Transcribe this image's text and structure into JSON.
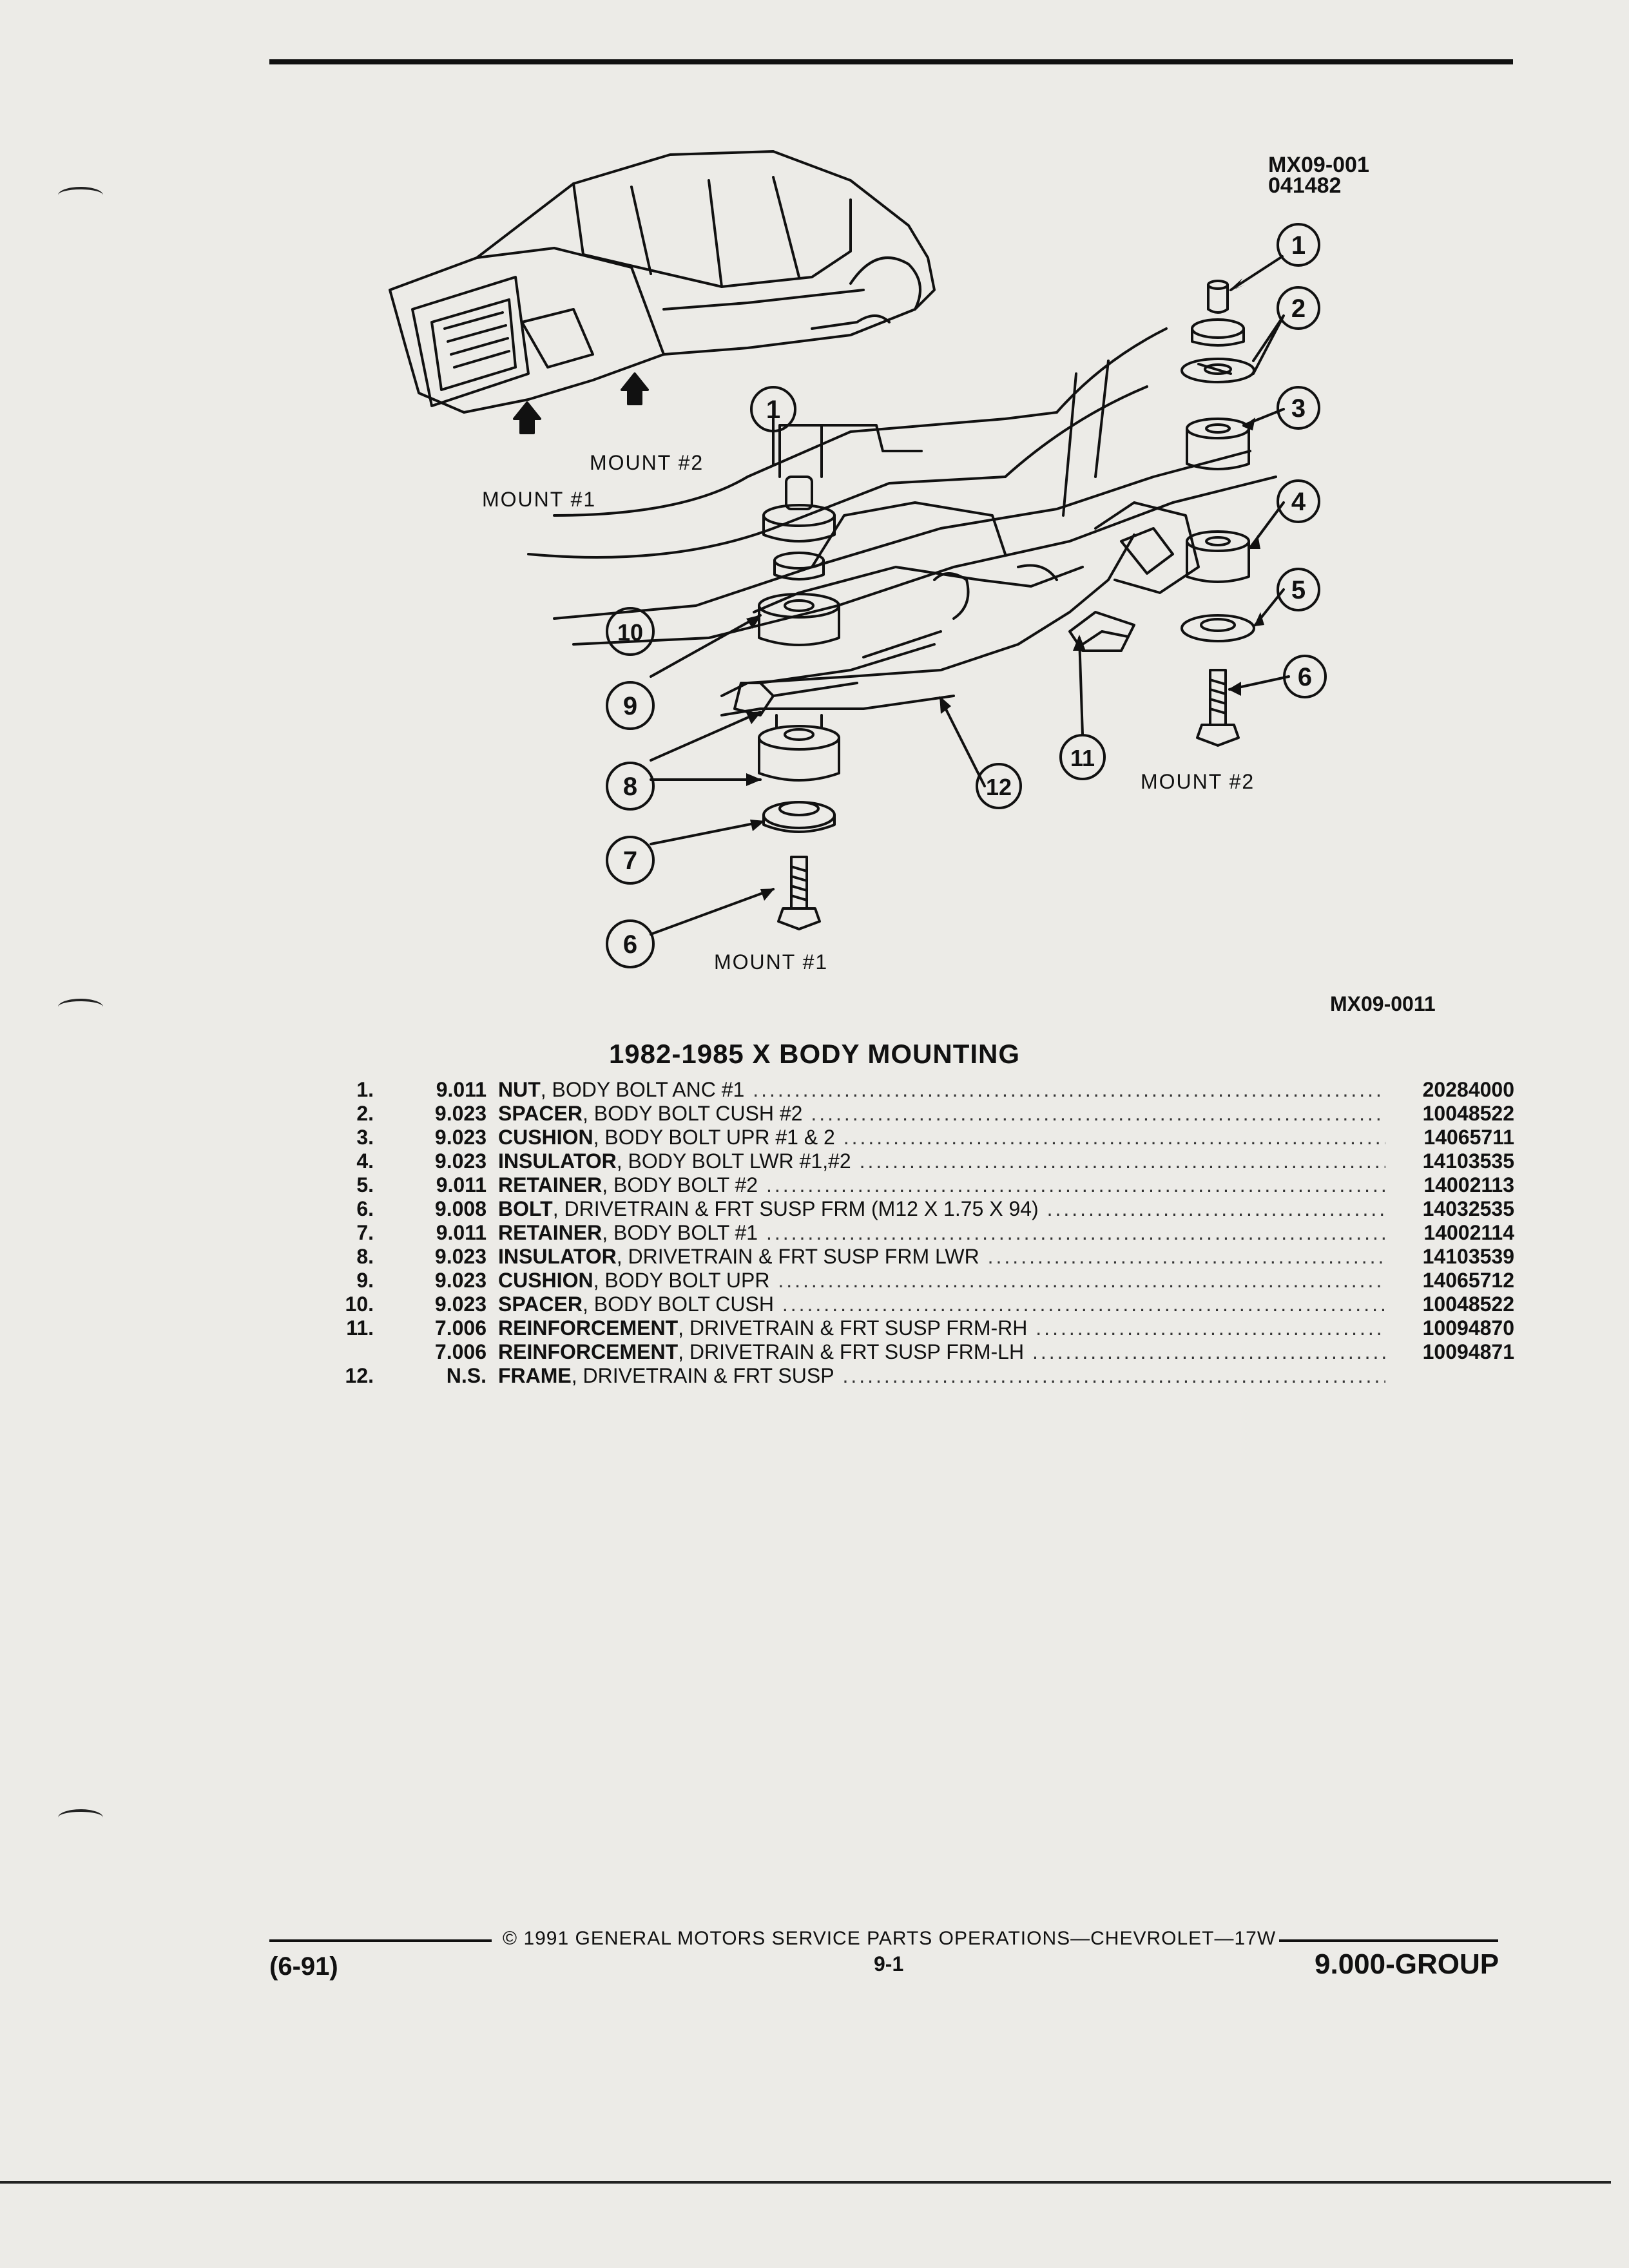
{
  "header": {
    "illustration_code": "MX09-001",
    "illustration_date": "041482",
    "illustration_code_bottom": "MX09-0011"
  },
  "diagram": {
    "callouts": [
      "1",
      "2",
      "3",
      "4",
      "5",
      "6",
      "7",
      "8",
      "9",
      "10",
      "11",
      "12"
    ],
    "mount_labels": {
      "top_mount2": "MOUNT  #2",
      "top_mount1": "MOUNT  #1",
      "right_mount2": "MOUNT  #2",
      "bottom_mount1": "MOUNT  #1"
    }
  },
  "title": "1982-1985 X BODY MOUNTING",
  "parts": [
    {
      "item": "1.",
      "group": "9.011",
      "name": "NUT",
      "desc": ", BODY BOLT ANC #1",
      "part_no": "20284000"
    },
    {
      "item": "2.",
      "group": "9.023",
      "name": "SPACER",
      "desc": ", BODY BOLT CUSH #2",
      "part_no": "10048522"
    },
    {
      "item": "3.",
      "group": "9.023",
      "name": "CUSHION",
      "desc": ", BODY BOLT UPR #1 & 2",
      "part_no": "14065711"
    },
    {
      "item": "4.",
      "group": "9.023",
      "name": "INSULATOR",
      "desc": ", BODY BOLT LWR #1,#2",
      "part_no": "14103535"
    },
    {
      "item": "5.",
      "group": "9.011",
      "name": "RETAINER",
      "desc": ", BODY BOLT #2",
      "part_no": "14002113"
    },
    {
      "item": "6.",
      "group": "9.008",
      "name": "BOLT",
      "desc": ", DRIVETRAIN & FRT SUSP FRM (M12 X 1.75 X 94)",
      "part_no": "14032535"
    },
    {
      "item": "7.",
      "group": "9.011",
      "name": "RETAINER",
      "desc": ", BODY BOLT #1",
      "part_no": "14002114"
    },
    {
      "item": "8.",
      "group": "9.023",
      "name": "INSULATOR",
      "desc": ", DRIVETRAIN & FRT SUSP FRM LWR",
      "part_no": "14103539"
    },
    {
      "item": "9.",
      "group": "9.023",
      "name": "CUSHION",
      "desc": ", BODY BOLT UPR",
      "part_no": "14065712"
    },
    {
      "item": "10.",
      "group": "9.023",
      "name": "SPACER",
      "desc": ", BODY BOLT CUSH",
      "part_no": "10048522"
    },
    {
      "item": "11.",
      "group": "7.006",
      "name": "REINFORCEMENT",
      "desc": ", DRIVETRAIN & FRT SUSP FRM-RH",
      "part_no": "10094870"
    },
    {
      "item": "",
      "group": "7.006",
      "name": "REINFORCEMENT",
      "desc": ", DRIVETRAIN & FRT SUSP FRM-LH",
      "part_no": "10094871"
    },
    {
      "item": "12.",
      "group": "N.S.",
      "name": "FRAME",
      "desc": ", DRIVETRAIN & FRT SUSP",
      "part_no": ""
    }
  ],
  "footer": {
    "copyright": "© 1991 GENERAL MOTORS SERVICE PARTS OPERATIONS—CHEVROLET—17W",
    "date": "(6-91)",
    "page": "9-1",
    "group": "9.000-GROUP"
  }
}
